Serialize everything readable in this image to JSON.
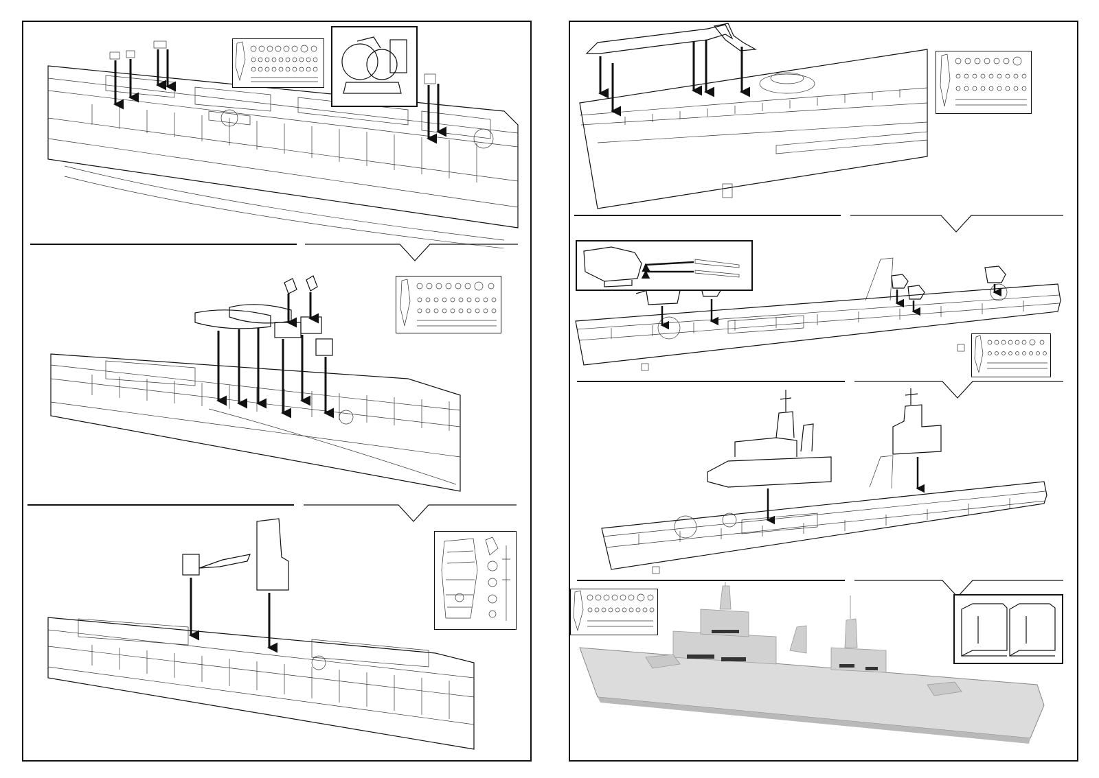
{
  "document": {
    "type": "model kit assembly instructions",
    "pages": [
      {
        "id": "left",
        "steps": 3
      },
      {
        "id": "right",
        "steps": 4
      }
    ]
  },
  "colors": {
    "line": "#111111",
    "paper": "#ffffff",
    "render_fill": "#dcdcdc",
    "render_shadow": "#b9b9b9"
  },
  "icons": {
    "arrow": "down-arrow-icon",
    "photo_etch": "photo-etch-fret-icon",
    "step_divider": "step-divider-notch"
  }
}
